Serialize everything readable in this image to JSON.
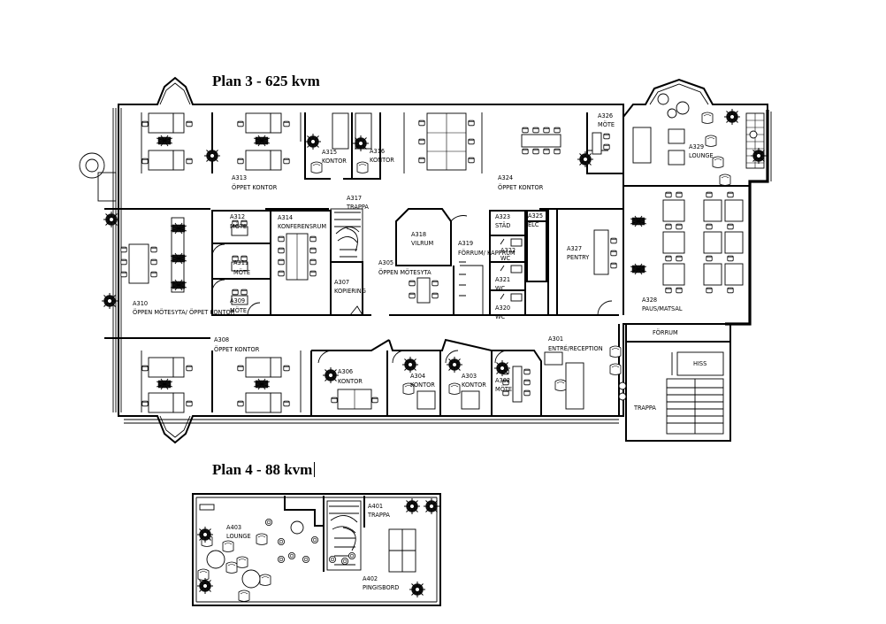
{
  "titles": {
    "plan3": "Plan 3 - 625 kvm",
    "plan4": "Plan 4 - 88 kvm"
  },
  "rooms": [
    {
      "key": "a313",
      "code": "A313",
      "name": "ÖPPET KONTOR"
    },
    {
      "key": "a315",
      "code": "A315",
      "name": "KONTOR"
    },
    {
      "key": "a316",
      "code": "A316",
      "name": "KONTOR"
    },
    {
      "key": "a317",
      "code": "A317",
      "name": "TRAPPA"
    },
    {
      "key": "a324",
      "code": "A324",
      "name": "ÖPPET KONTOR"
    },
    {
      "key": "a326",
      "code": "A326",
      "name": "MÖTE"
    },
    {
      "key": "a329",
      "code": "A329",
      "name": "LOUNGE"
    },
    {
      "key": "a312",
      "code": "A312",
      "name": "MÖTE"
    },
    {
      "key": "a314",
      "code": "A314",
      "name": "KONFERENSRUM"
    },
    {
      "key": "a318",
      "code": "A318",
      "name": "VILRUM"
    },
    {
      "key": "a319",
      "code": "A319",
      "name": "FÖRRUM/ KAPPRUM"
    },
    {
      "key": "a323",
      "code": "A323",
      "name": "STÄD"
    },
    {
      "key": "a325",
      "code": "A325",
      "name": "ELC"
    },
    {
      "key": "a327",
      "code": "A327",
      "name": "PENTRY"
    },
    {
      "key": "a322",
      "code": "A322",
      "name": "WC"
    },
    {
      "key": "a321",
      "code": "A321",
      "name": "WC"
    },
    {
      "key": "a320",
      "code": "A320",
      "name": "WC"
    },
    {
      "key": "a311",
      "code": "A311",
      "name": "MÖTE"
    },
    {
      "key": "a305",
      "code": "A305",
      "name": "ÖPPEN MÖTESYTA"
    },
    {
      "key": "a307",
      "code": "A307",
      "name": "KOPIERING"
    },
    {
      "key": "a309",
      "code": "A309",
      "name": "MÖTE"
    },
    {
      "key": "a310",
      "code": "A310",
      "name": "ÖPPEN MÖTESYTA/ ÖPPET KONTOR"
    },
    {
      "key": "a328",
      "code": "A328",
      "name": "PAUS/MATSAL"
    },
    {
      "key": "forrum",
      "code": "",
      "name": "FÖRRUM"
    },
    {
      "key": "a308",
      "code": "A308",
      "name": "ÖPPET KONTOR"
    },
    {
      "key": "a301",
      "code": "A301",
      "name": "ENTRÉ/RECEPTION"
    },
    {
      "key": "hiss",
      "code": "",
      "name": "HISS"
    },
    {
      "key": "a306",
      "code": "A306",
      "name": "KONTOR"
    },
    {
      "key": "a304",
      "code": "A304",
      "name": "KONTOR"
    },
    {
      "key": "a303",
      "code": "A303",
      "name": "KONTOR"
    },
    {
      "key": "a302",
      "code": "A302",
      "name": "MÖTE"
    },
    {
      "key": "trappa",
      "code": "",
      "name": "TRAPPA"
    },
    {
      "key": "a401",
      "code": "A401",
      "name": "TRAPPA"
    },
    {
      "key": "a403",
      "code": "A403",
      "name": "LOUNGE"
    },
    {
      "key": "a402",
      "code": "A402",
      "name": "PINGISBORD"
    }
  ],
  "colors": {
    "line": "#000000",
    "background": "#ffffff",
    "plant": "#111111"
  }
}
